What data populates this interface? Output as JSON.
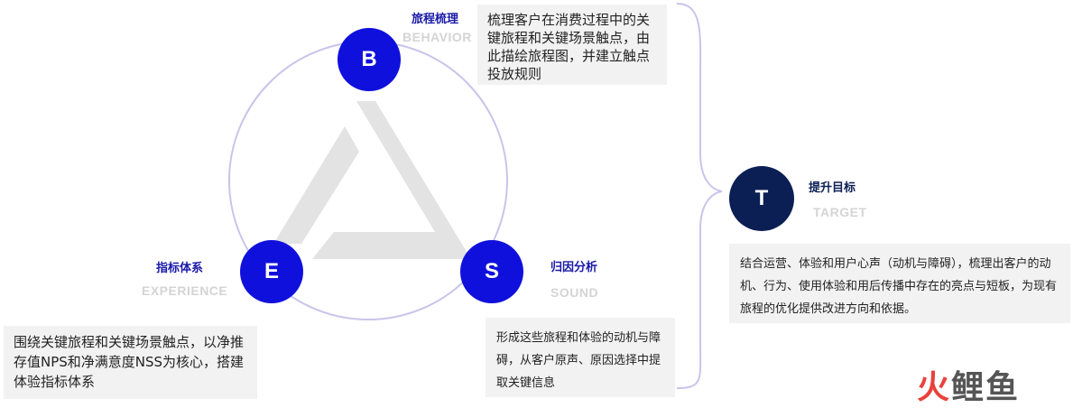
{
  "nodes": {
    "b": {
      "letter": "B",
      "title": "旅程梳理",
      "subtitle": "BEHAVIOR",
      "description": "梳理客户在消费过程中的关键旅程和关键场景触点，由此描绘旅程图，并建立触点投放规则"
    },
    "e": {
      "letter": "E",
      "title": "指标体系",
      "subtitle": "EXPERIENCE",
      "description": "围绕关键旅程和关键场景触点，以净推存值NPS和净满意度NSS为核心，搭建体验指标体系"
    },
    "s": {
      "letter": "S",
      "title": "归因分析",
      "subtitle": "SOUND",
      "description": "形成这些旅程和体验的动机与障碍，从客户原声、原因选择中提取关键信息"
    },
    "t": {
      "letter": "T",
      "title": "提升目标",
      "subtitle": "TARGET",
      "description": "结合运营、体验和用户心声（动机与障碍），梳理出客户的动机、行为、使用体验和用后传播中存在的亮点与短板，为现有旅程的优化提供改进方向和依据。"
    }
  },
  "watermark": {
    "part1": "火",
    "part2": "鲤鱼"
  },
  "colors": {
    "node_blue": "#1010dd",
    "node_navy": "#0b1f55",
    "title_blue": "#1a1aa8",
    "title_navy": "#0b1f55",
    "ring": "#c9c4ea",
    "triangle": "#e3e3e3",
    "box_bg": "#f2f2f2"
  }
}
